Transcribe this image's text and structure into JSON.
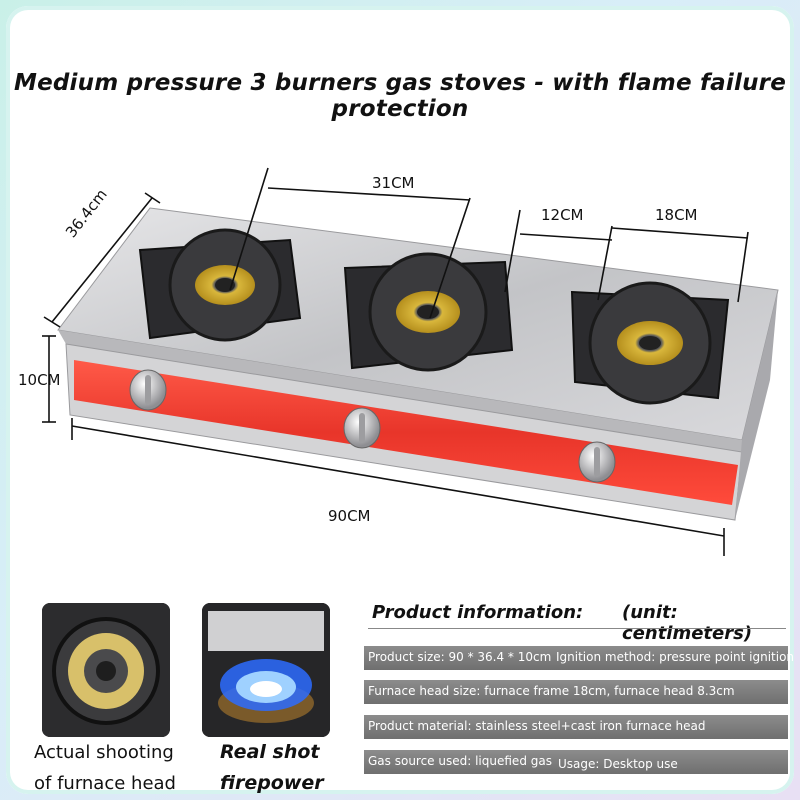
{
  "title": "Medium pressure 3 burners gas stoves - with flame failure protection",
  "dimensions": {
    "depth": "36.4cm",
    "height": "10CM",
    "burner_spacing": "31CM",
    "gap": "12CM",
    "frame": "18CM",
    "length": "90CM"
  },
  "photos": {
    "furnace_caption_1": "Actual shooting",
    "furnace_caption_2": "of furnace head",
    "fire_caption_1": "Real shot",
    "fire_caption_2": "firepower"
  },
  "product_info": {
    "heading": "Product information:",
    "unit": "(unit: centimeters)",
    "size": "Product size: 90 * 36.4 * 10cm",
    "ignition": "Ignition method: pressure point ignition",
    "furnace_head": "Furnace head size: furnace frame 18cm, furnace head 8.3cm",
    "material": "Product material: stainless steel+cast iron furnace head",
    "gas_source": "Gas source used: liquefied gas",
    "usage": "Usage: Desktop use"
  },
  "colors": {
    "panel_red": "#e8382b",
    "steel": "#c9c9cc",
    "info_bar": "#7d7d7d"
  },
  "icons": [
    "burner-icon",
    "control-knob-icon",
    "flame-icon"
  ]
}
